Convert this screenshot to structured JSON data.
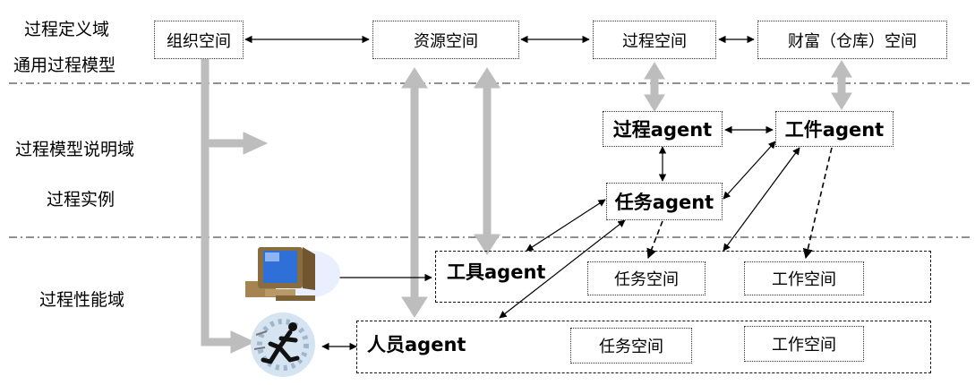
{
  "domains": {
    "definition": [
      "过程定义域",
      "通用过程模型"
    ],
    "description": [
      "过程模型说明域",
      "过程实例"
    ],
    "performance": "过程性能域"
  },
  "spaces": {
    "org": "组织空间",
    "resource": "资源空间",
    "process": "过程空间",
    "wealth": "财富（仓库）空间"
  },
  "agents": {
    "process": "过程agent",
    "artifact": "工件agent",
    "task": "任务agent",
    "tool": "工具agent",
    "person": "人员agent"
  },
  "workspaces": {
    "tool_task": "任务空间",
    "tool_work": "工作空间",
    "person_task": "任务空间",
    "person_work": "工作空间"
  },
  "icons": {
    "computer": "computer-icon",
    "person": "running-person-icon"
  },
  "colors": {
    "connector_gray": "#bdbdbd",
    "computer_screen": "#2f6fd8",
    "computer_body": "#b89a66"
  }
}
